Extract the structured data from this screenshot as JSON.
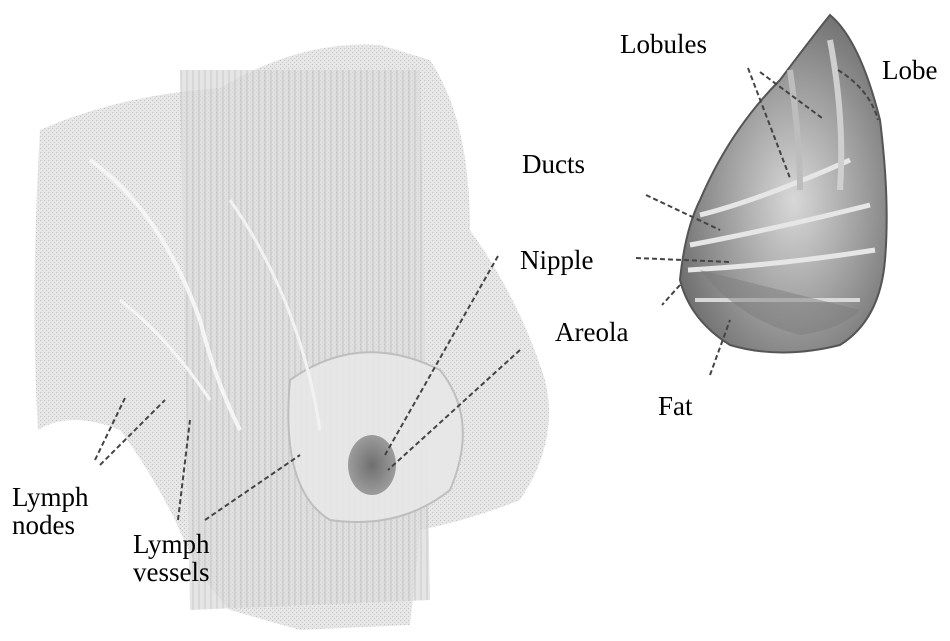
{
  "labels": {
    "lobules": "Lobules",
    "lobe": "Lobe",
    "ducts": "Ducts",
    "nipple": "Nipple",
    "areola": "Areola",
    "fat": "Fat",
    "lymph_nodes_line1": "Lymph",
    "lymph_nodes_line2": "nodes",
    "lymph_vessels_line1": "Lymph",
    "lymph_vessels_line2": "vessels"
  },
  "colors": {
    "background": "#ffffff",
    "label_text": "#000000",
    "leader_line": "#444444",
    "torso_tone": "#cfcfcf",
    "lobe_shading": "#8a8a8a"
  }
}
